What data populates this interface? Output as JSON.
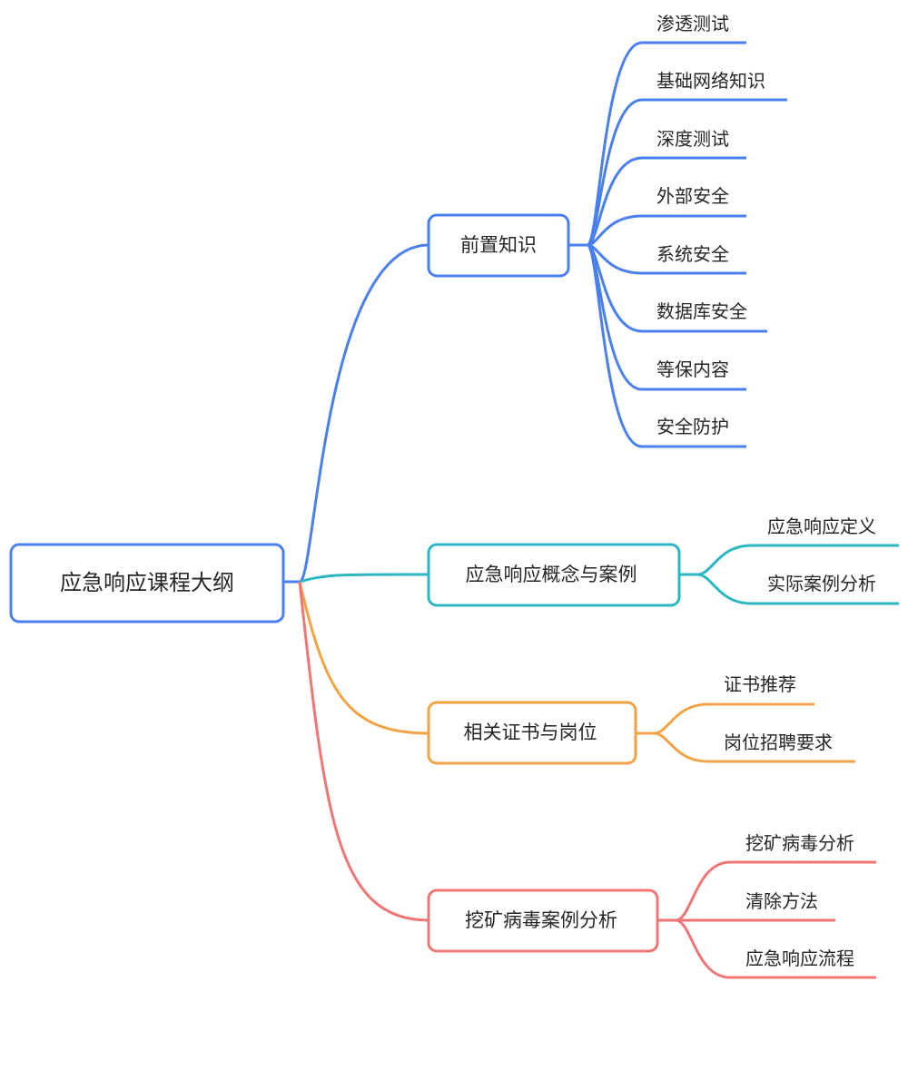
{
  "root": {
    "label": "应急响应课程大纲",
    "color": "#4a7ff0"
  },
  "branches": [
    {
      "label": "前置知识",
      "color": "#4a7ff0",
      "children": [
        "渗透测试",
        "基础网络知识",
        "深度测试",
        "外部安全",
        "系统安全",
        "数据库安全",
        "等保内容",
        "安全防护"
      ]
    },
    {
      "label": "应急响应概念与案例",
      "color": "#2bb7c1",
      "children": [
        "应急响应定义",
        "实际案例分析"
      ]
    },
    {
      "label": "相关证书与岗位",
      "color": "#f2a444",
      "children": [
        "证书推荐",
        "岗位招聘要求"
      ]
    },
    {
      "label": "挖矿病毒案例分析",
      "color": "#f07676",
      "children": [
        "挖矿病毒分析",
        "清除方法",
        "应急响应流程"
      ]
    }
  ]
}
